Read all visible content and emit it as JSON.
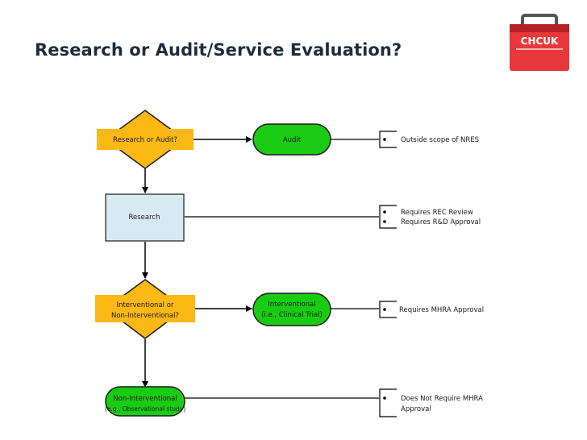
{
  "title": "Research or Audit/Service Evaluation?",
  "logo": {
    "text": "CHCUK",
    "colors": {
      "bag": "#e8383b",
      "dark": "#b52126"
    }
  },
  "nodes": {
    "decision1": "Research or Audit?",
    "audit": "Audit",
    "research": "Research",
    "decision2_line1": "Interventional or",
    "decision2_line2": "Non-Interventional?",
    "interventional_line1": "Interventional",
    "interventional_line2": "(i.e., Clinical Trial)",
    "noninterventional_line1": "Non-Interventional",
    "noninterventional_line2": "(e.g., Observational study)"
  },
  "notes": {
    "audit": [
      "Outside scope of NRES"
    ],
    "research": [
      "Requires REC Review",
      "Requires R&D Approval"
    ],
    "interventional": [
      "Requires MHRA Approval"
    ],
    "noninterventional_line1": "Does Not Require MHRA",
    "noninterventional_line2": "Approval"
  },
  "colors": {
    "diamond": "#fcb814",
    "green": "#19cc13",
    "research_box": "#d6eaf2",
    "title": "#1f2b3d"
  }
}
